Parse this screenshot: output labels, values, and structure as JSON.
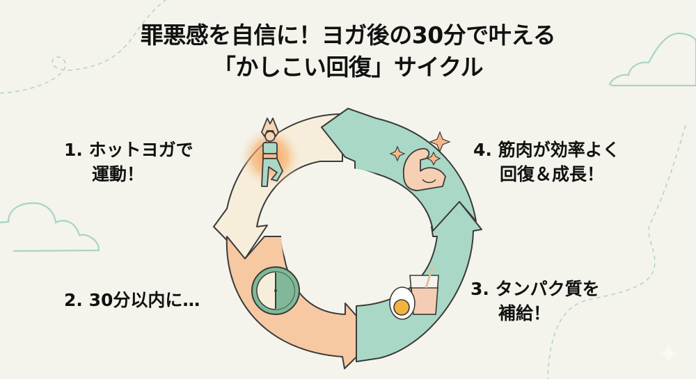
{
  "title": {
    "line1": "罪悪感を自信に！ヨガ後の30分で叶える",
    "line2": "「かしこい回復」サイクル"
  },
  "steps": [
    {
      "number": "1.",
      "line1": "1. ホットヨガで",
      "line2": "運動！",
      "icon": "yoga-pose-icon",
      "color": "#f6eedb"
    },
    {
      "number": "2.",
      "line1": "2. 30分以内に…",
      "line2": "",
      "icon": "clock-icon",
      "color": "#f6c9a3"
    },
    {
      "number": "3.",
      "line1": "3. タンパク質を",
      "line2": "補給！",
      "icon": "egg-and-shake-icon",
      "color": "#a9d8c6"
    },
    {
      "number": "4.",
      "line1": "4. 筋肉が効率よく",
      "line2": "回復＆成長！",
      "icon": "flexed-arm-icon",
      "color": "#a9d8c6"
    }
  ],
  "colors": {
    "background": "#f4f4ec",
    "mint": "#a9d8c6",
    "peach": "#f6c9a3",
    "cream": "#f6eedb",
    "accent_orange": "#f39a4a",
    "outline": "#3a3a3a",
    "decor_line": "#a9cfc2"
  }
}
